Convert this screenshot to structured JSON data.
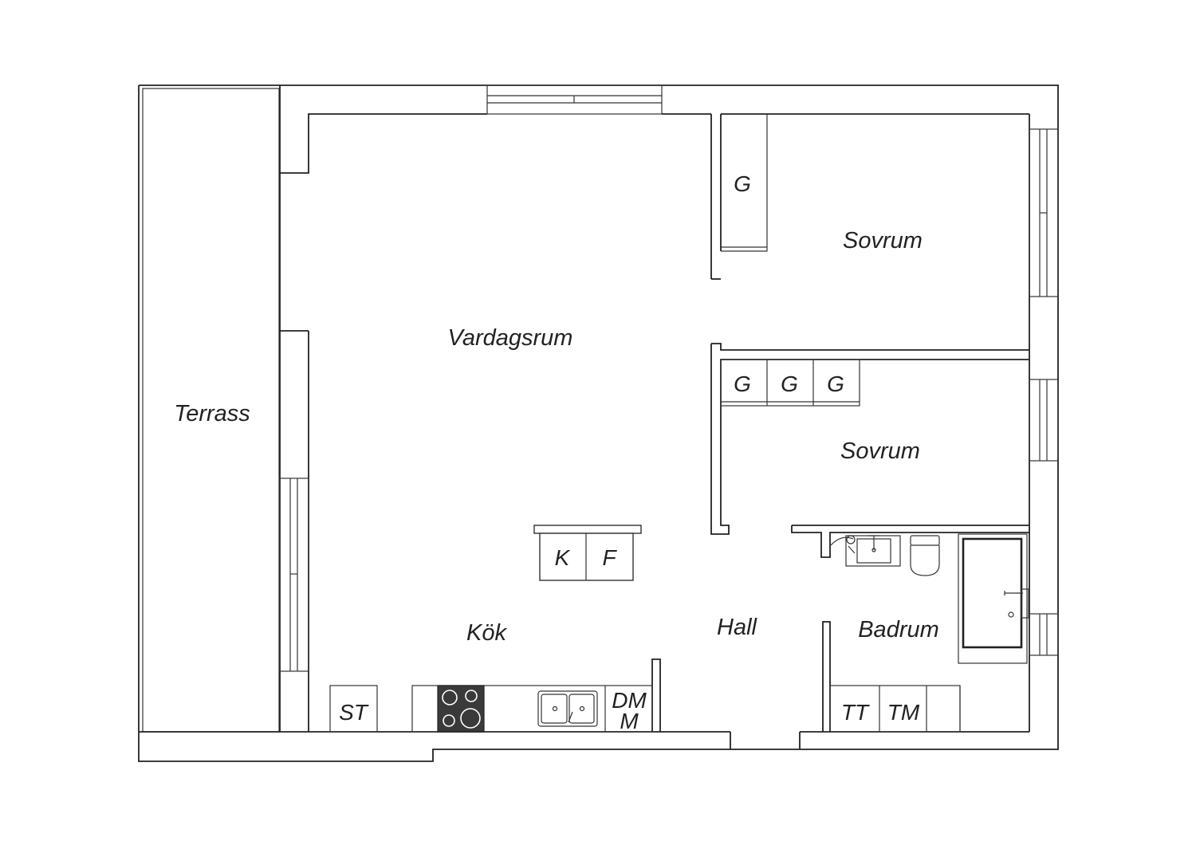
{
  "rooms": {
    "terrace": "Terrass",
    "living_room": "Vardagsrum",
    "bedroom_1": "Sovrum",
    "bedroom_2": "Sovrum",
    "kitchen": "Kök",
    "hall": "Hall",
    "bathroom": "Badrum"
  },
  "fixtures": {
    "wardrobe_bedroom_1": "G",
    "wardrobes_bedroom_2": [
      "G",
      "G",
      "G"
    ],
    "fridge": "K",
    "freezer": "F",
    "storage_cabinet": "ST",
    "dishwasher_line1": "DM",
    "dishwasher_line2": "M",
    "tumble_dryer": "TT",
    "washing_machine": "TM"
  },
  "colors": {
    "line": "#222222",
    "background": "#ffffff",
    "stove": "#3a3a3a"
  }
}
